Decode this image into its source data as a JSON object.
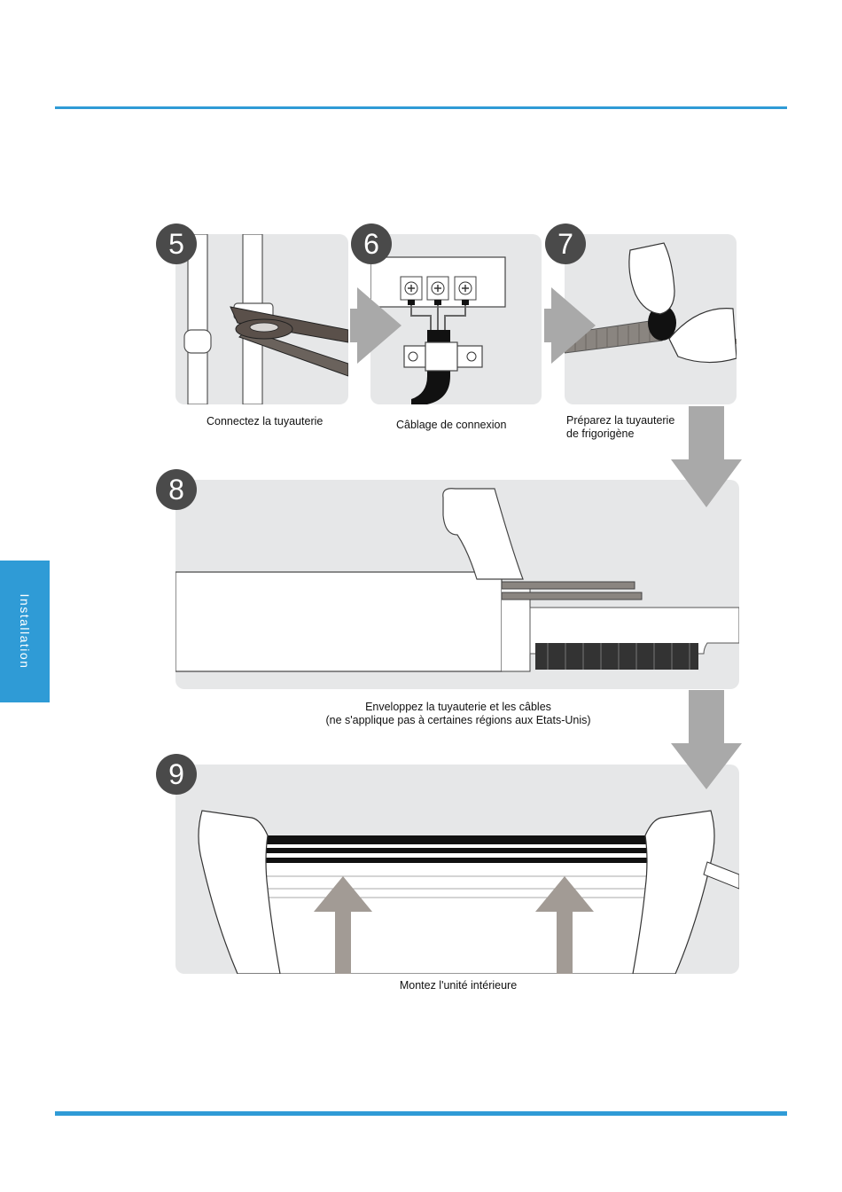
{
  "sidebar": {
    "tab_label": "Installation"
  },
  "steps": {
    "s5": {
      "number": "5",
      "caption": "Connectez la tuyauterie"
    },
    "s6": {
      "number": "6",
      "caption": "Câblage de connexion"
    },
    "s7": {
      "number": "7",
      "caption_line1": "Préparez la tuyauterie",
      "caption_line2": "de frigorigène"
    },
    "s8": {
      "number": "8",
      "caption_line1": "Enveloppez la tuyauterie et les câbles",
      "caption_line2": "(ne s'applique pas à certaines régions aux Etats-Unis)"
    },
    "s9": {
      "number": "9",
      "caption": "Montez l'unité intérieure"
    }
  },
  "colors": {
    "accent": "#2f9bd6",
    "panel": "#e6e7e8",
    "badge": "#4a4a4a",
    "arrow": "#a9a9a9"
  },
  "icons": [
    "step-5-pipe-wrench-illustration",
    "step-6-terminal-block-illustration",
    "step-7-tape-pipe-illustration",
    "step-8-wrapped-pipe-illustration",
    "step-9-mount-unit-illustration",
    "flow-arrow"
  ]
}
